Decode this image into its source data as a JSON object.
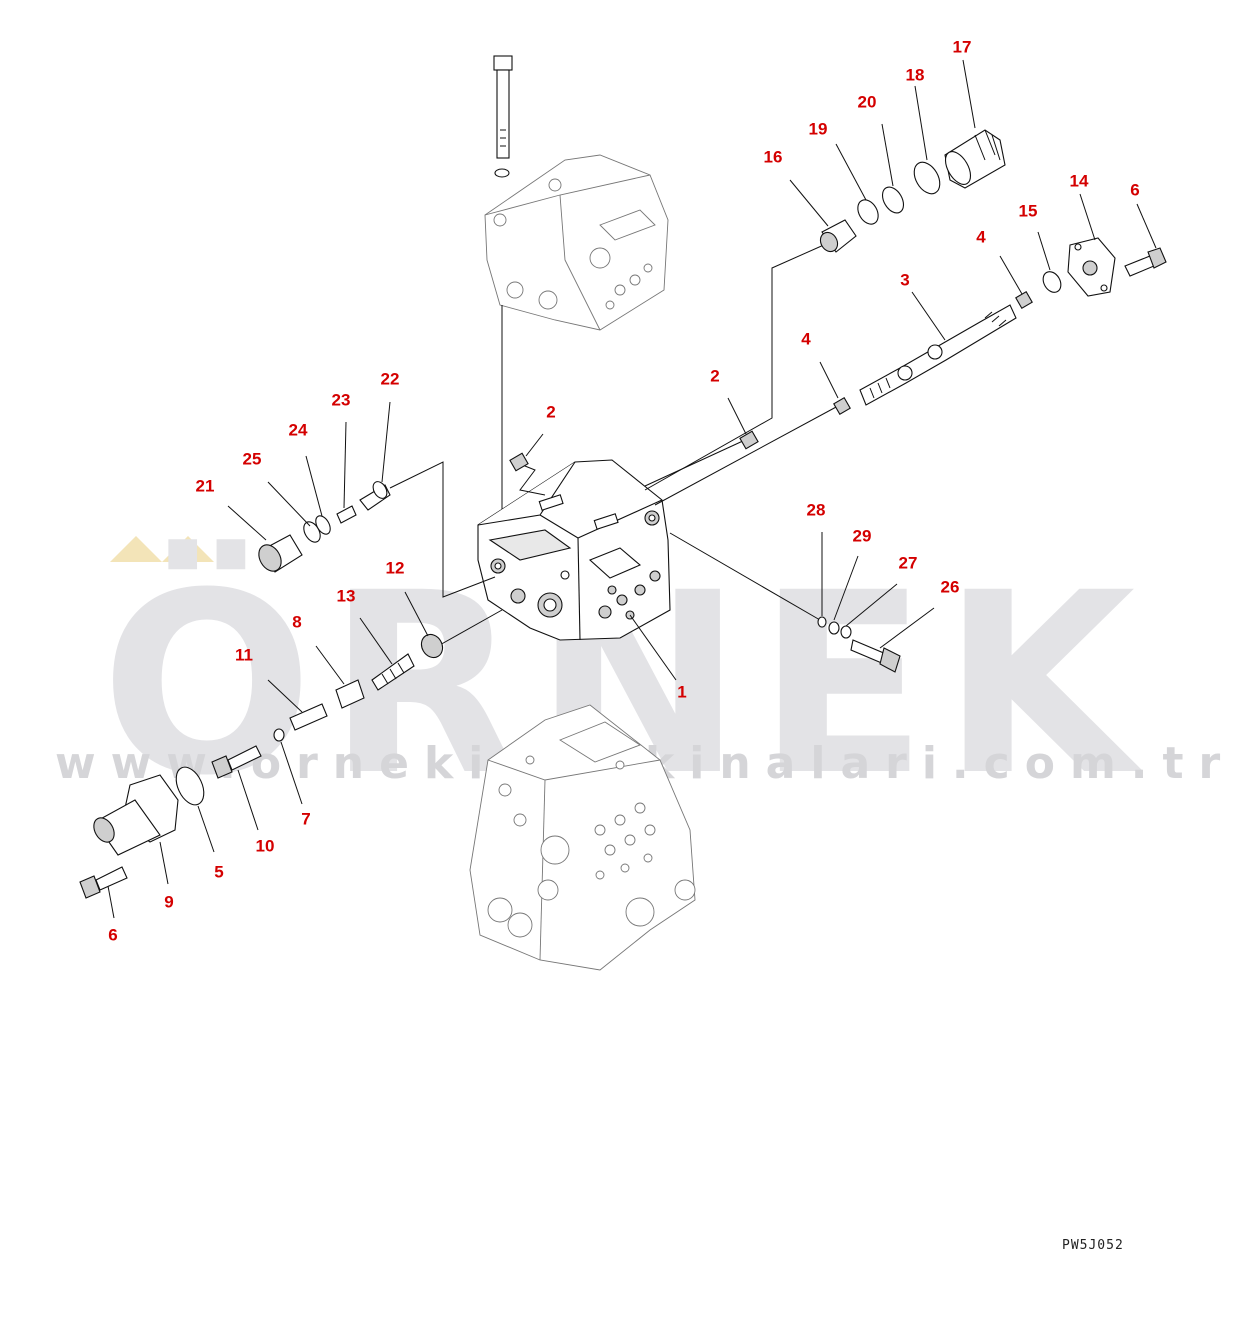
{
  "watermark": {
    "brand": "ÖRNEK",
    "url": "www.ornekismakinalari.com.tr",
    "accent_color": "#f3e4b8"
  },
  "drawing_code": "PW5J052",
  "callouts": [
    {
      "id": "c17",
      "text": "17"
    },
    {
      "id": "c18",
      "text": "18"
    },
    {
      "id": "c20",
      "text": "20"
    },
    {
      "id": "c19",
      "text": "19"
    },
    {
      "id": "c16",
      "text": "16"
    },
    {
      "id": "c14",
      "text": "14"
    },
    {
      "id": "c6a",
      "text": "6"
    },
    {
      "id": "c15",
      "text": "15"
    },
    {
      "id": "c4a",
      "text": "4"
    },
    {
      "id": "c3",
      "text": "3"
    },
    {
      "id": "c4b",
      "text": "4"
    },
    {
      "id": "c2a",
      "text": "2"
    },
    {
      "id": "c2b",
      "text": "2"
    },
    {
      "id": "c22",
      "text": "22"
    },
    {
      "id": "c23",
      "text": "23"
    },
    {
      "id": "c24",
      "text": "24"
    },
    {
      "id": "c25",
      "text": "25"
    },
    {
      "id": "c21",
      "text": "21"
    },
    {
      "id": "c28",
      "text": "28"
    },
    {
      "id": "c29",
      "text": "29"
    },
    {
      "id": "c27",
      "text": "27"
    },
    {
      "id": "c26",
      "text": "26"
    },
    {
      "id": "c12",
      "text": "12"
    },
    {
      "id": "c13",
      "text": "13"
    },
    {
      "id": "c8",
      "text": "8"
    },
    {
      "id": "c11",
      "text": "11"
    },
    {
      "id": "c1",
      "text": "1"
    },
    {
      "id": "c7",
      "text": "7"
    },
    {
      "id": "c10",
      "text": "10"
    },
    {
      "id": "c5",
      "text": "5"
    },
    {
      "id": "c9",
      "text": "9"
    },
    {
      "id": "c6b",
      "text": "6"
    }
  ]
}
